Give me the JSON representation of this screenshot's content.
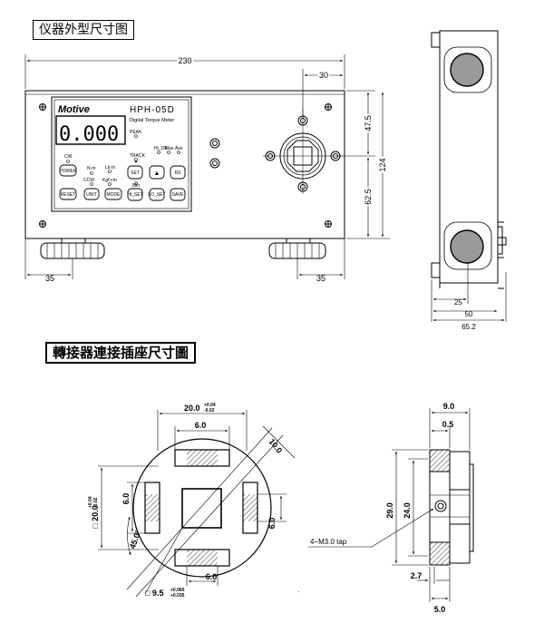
{
  "titles": {
    "outline": "仪器外型尺寸图",
    "connector": "轉接器連接插座尺寸圖"
  },
  "device": {
    "brand": "Motive",
    "model": "HPH-05D",
    "subtitle": "Digital Torque Meter",
    "display": "0.000",
    "indicators": {
      "cw": "CW",
      "ccw": "CCW",
      "n_m": "N·m",
      "lb_in": "Lb·in",
      "peak": "PEAK",
      "track": "TRACK",
      "kgf_cm": "Kgf·cm",
      "hi_ok": "Hi_OK",
      "max": "Max",
      "ave": "Ave",
      "min": "Min"
    },
    "buttons": {
      "power": "POWER",
      "reset": "RESET",
      "unit": "UNIT",
      "mode": "MODE",
      "set": "SET",
      "up": "▲",
      "down": "▼",
      "rs": "RS",
      "hi_set": "HI_SET",
      "lo_set": "LO_SET",
      "save": "SAVE"
    }
  },
  "front_dims": {
    "width": "230",
    "offset_right": "30",
    "upper": "47.5",
    "lower": "62.5",
    "height": "124",
    "foot_left": "35",
    "foot_right": "35"
  },
  "side_dims": {
    "a": "25",
    "b": "50",
    "c": "65.2"
  },
  "connector_dims": {
    "top_width": "20.0",
    "top_width_tol_upper": "+0.04",
    "top_width_tol_lower": "-0.02",
    "slot_top": "6.0",
    "diag": "10.0",
    "left_square": "□ 20.0",
    "left_square_tol_upper": "+0.04",
    "left_square_tol_lower": "-0.02",
    "left_slot": "6.0",
    "angle": "45.0°",
    "right_slot": "6.0",
    "bottom_slot": "6.0",
    "inner_square": "□ 9.5",
    "inner_square_tol_upper": "+0.060",
    "inner_square_tol_lower": "+0.035",
    "tap_label": "4−M3.0 tap",
    "side_top": "9.0",
    "side_lip": "0.5",
    "side_outer": "29.0",
    "side_inner": "24.0",
    "side_gap": "2.7",
    "side_bottom": "5.0"
  },
  "dot_mark": "."
}
